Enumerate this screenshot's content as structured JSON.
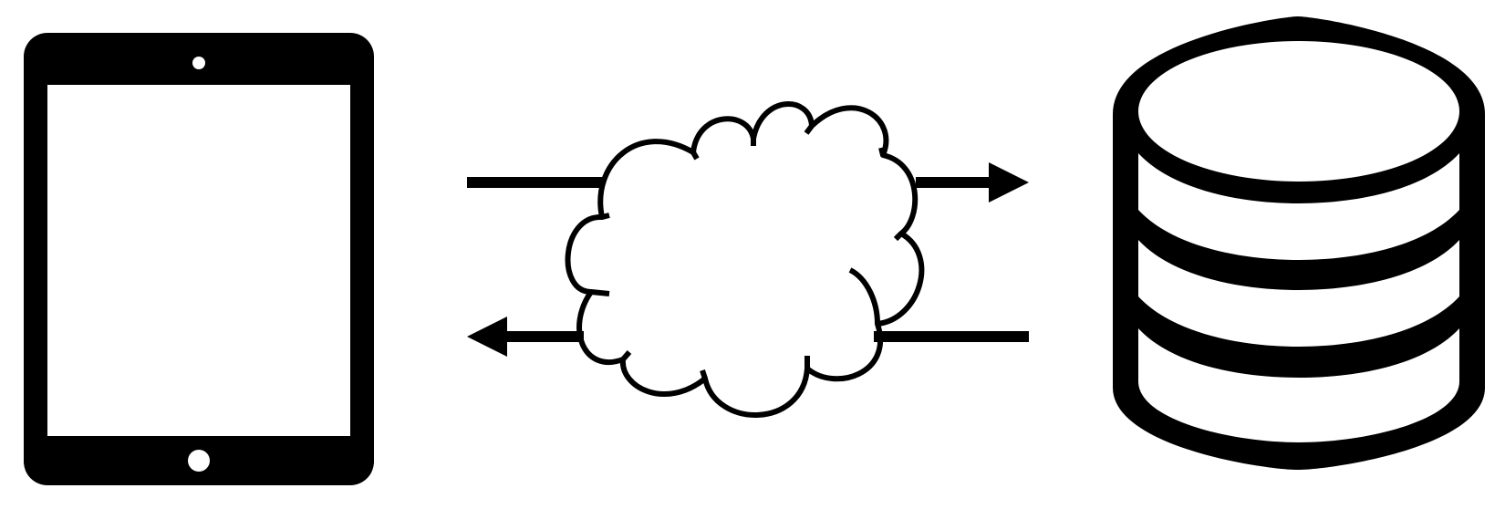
{
  "diagram": {
    "nodes": [
      {
        "id": "tablet",
        "icon": "tablet-icon"
      },
      {
        "id": "network",
        "icon": "cloud-icon"
      },
      {
        "id": "database",
        "icon": "database-icon"
      }
    ],
    "edges": [
      {
        "from": "tablet",
        "to": "database",
        "via": "network",
        "direction": "right"
      },
      {
        "from": "database",
        "to": "tablet",
        "via": "network",
        "direction": "left"
      }
    ],
    "colors": {
      "ink": "#000000",
      "background": "#ffffff"
    }
  }
}
